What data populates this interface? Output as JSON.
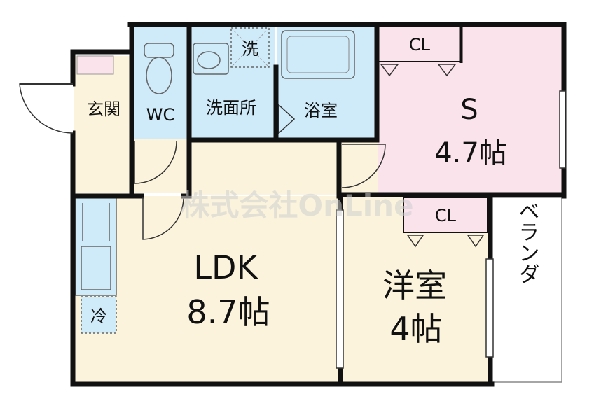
{
  "rooms": {
    "genkan": "玄関",
    "wc": "WC",
    "senmenjo": "洗面所",
    "yokushitsu": "浴室",
    "s_room": {
      "name": "S",
      "size": "4.7帖"
    },
    "ldk": {
      "name": "LDK",
      "size": "8.7帖"
    },
    "yoshitsu": {
      "name": "洋室",
      "size": "4帖"
    },
    "veranda": "ベランダ"
  },
  "marks": {
    "closet_top": "CL",
    "closet_mid": "CL",
    "washer": "洗",
    "fridge": "冷"
  },
  "watermark": "株式会社OnLine",
  "colors": {
    "wall": "#111111",
    "wood": "#fbf3dc",
    "water": "#cfeaf8",
    "pink": "#fbe3ec",
    "veranda": "#ffffff"
  }
}
